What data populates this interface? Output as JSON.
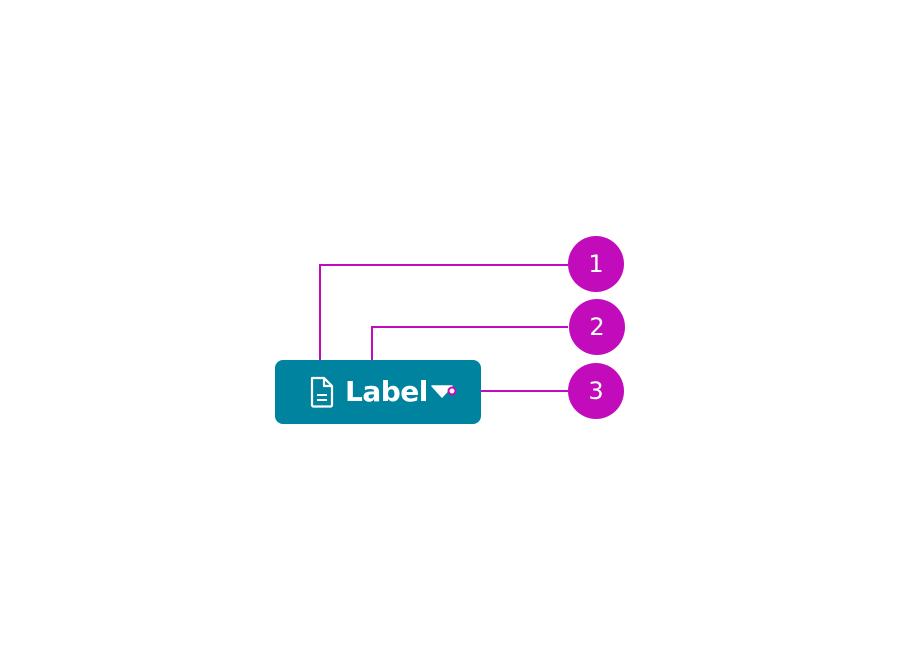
{
  "colors": {
    "button_bg": "#00839f",
    "button_fg": "#ffffff",
    "callout": "#c20cbc"
  },
  "button": {
    "label": "Label",
    "leading_icon": "document-icon",
    "trailing_icon": "triangle-down-icon"
  },
  "callouts": [
    {
      "number": "1"
    },
    {
      "number": "2"
    },
    {
      "number": "3"
    }
  ]
}
